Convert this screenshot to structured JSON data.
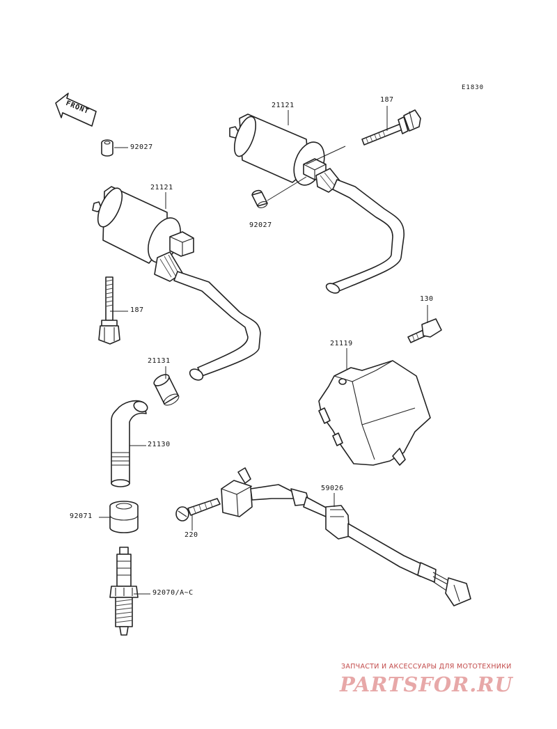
{
  "diagram": {
    "code": "E1830",
    "front_label": "FRONT",
    "labels": {
      "spacer_top": "92027",
      "coil_left": "21121",
      "bolt_left": "187",
      "cap": "21131",
      "plug_cap": "21130",
      "boot": "92071",
      "spark_plug": "92070/A~C",
      "coil_right": "21121",
      "bolt_right": "187",
      "spacer_right": "92027",
      "bolt_130": "130",
      "igniter": "21119",
      "sensor_clamp": "59026",
      "screw": "220"
    }
  },
  "watermark": {
    "subtitle": "ЗАПЧАСТИ И АКСЕССУАРЫ ДЛЯ МОТОТЕХНИКИ",
    "logo": "PARTSFOR.RU",
    "color": "#e7a8a8"
  }
}
